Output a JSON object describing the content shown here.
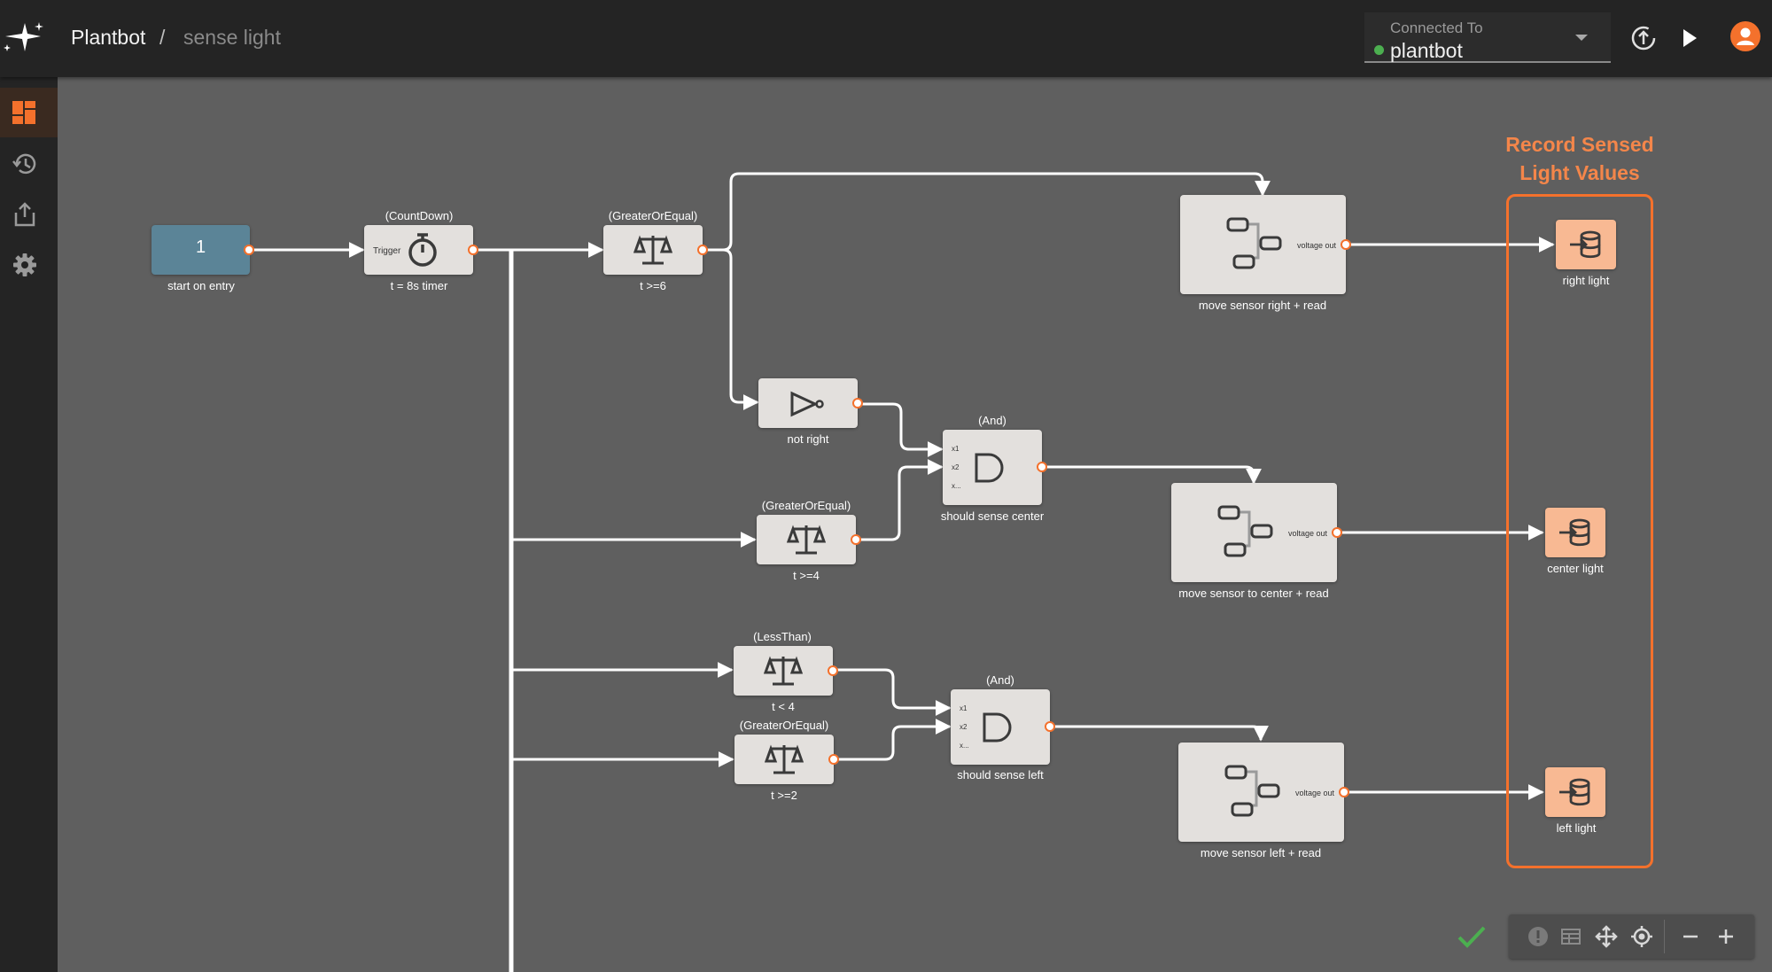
{
  "breadcrumb": {
    "project": "Plantbot",
    "separator": "/",
    "flow": "sense light"
  },
  "connection": {
    "label": "Connected To",
    "value": "plantbot",
    "status_color": "#4caf50"
  },
  "nodes": {
    "start": {
      "value": "1",
      "caption": "start on entry"
    },
    "timer": {
      "type": "(CountDown)",
      "trigger_label": "Trigger",
      "caption": "t = 8s timer"
    },
    "ge6": {
      "type": "(GreaterOrEqual)",
      "caption": "t >=6"
    },
    "not_right": {
      "caption": "not right"
    },
    "ge4": {
      "type": "(GreaterOrEqual)",
      "caption": "t >=4"
    },
    "and_center": {
      "type": "(And)",
      "inputs": [
        "x1",
        "x2",
        "x..."
      ],
      "caption": "should sense center"
    },
    "lt4": {
      "type": "(LessThan)",
      "caption": "t < 4"
    },
    "ge2": {
      "type": "(GreaterOrEqual)",
      "caption": "t >=2"
    },
    "and_left": {
      "type": "(And)",
      "inputs": [
        "x1",
        "x2",
        "x..."
      ],
      "caption": "should sense left"
    },
    "move_right": {
      "output": "voltage out",
      "caption": "move sensor right + read"
    },
    "move_center": {
      "output": "voltage out",
      "caption": "move sensor to center + read"
    },
    "move_left": {
      "output": "voltage out",
      "caption": "move sensor left + read"
    },
    "rec_right": {
      "caption": "right light"
    },
    "rec_center": {
      "caption": "center light"
    },
    "rec_left": {
      "caption": "left light"
    }
  },
  "group": {
    "title_line1": "Record Sensed",
    "title_line2": "Light Values"
  },
  "colors": {
    "accent": "#f4712c",
    "entry_node": "#5b8497",
    "canvas": "#5f5f5f",
    "topbar": "#242424",
    "ok": "#4caf50"
  },
  "icons": {
    "logo": "sparkles-logo-icon",
    "deploy": "deploy-icon",
    "run": "play-icon",
    "user": "avatar-icon",
    "sidebar": [
      "dashboard-icon",
      "history-icon",
      "share-icon",
      "gear-icon"
    ],
    "toolbar": [
      "warning-icon",
      "table-icon",
      "pan-icon",
      "center-icon",
      "zoom-out-icon",
      "zoom-in-icon"
    ],
    "status": "check-icon"
  }
}
